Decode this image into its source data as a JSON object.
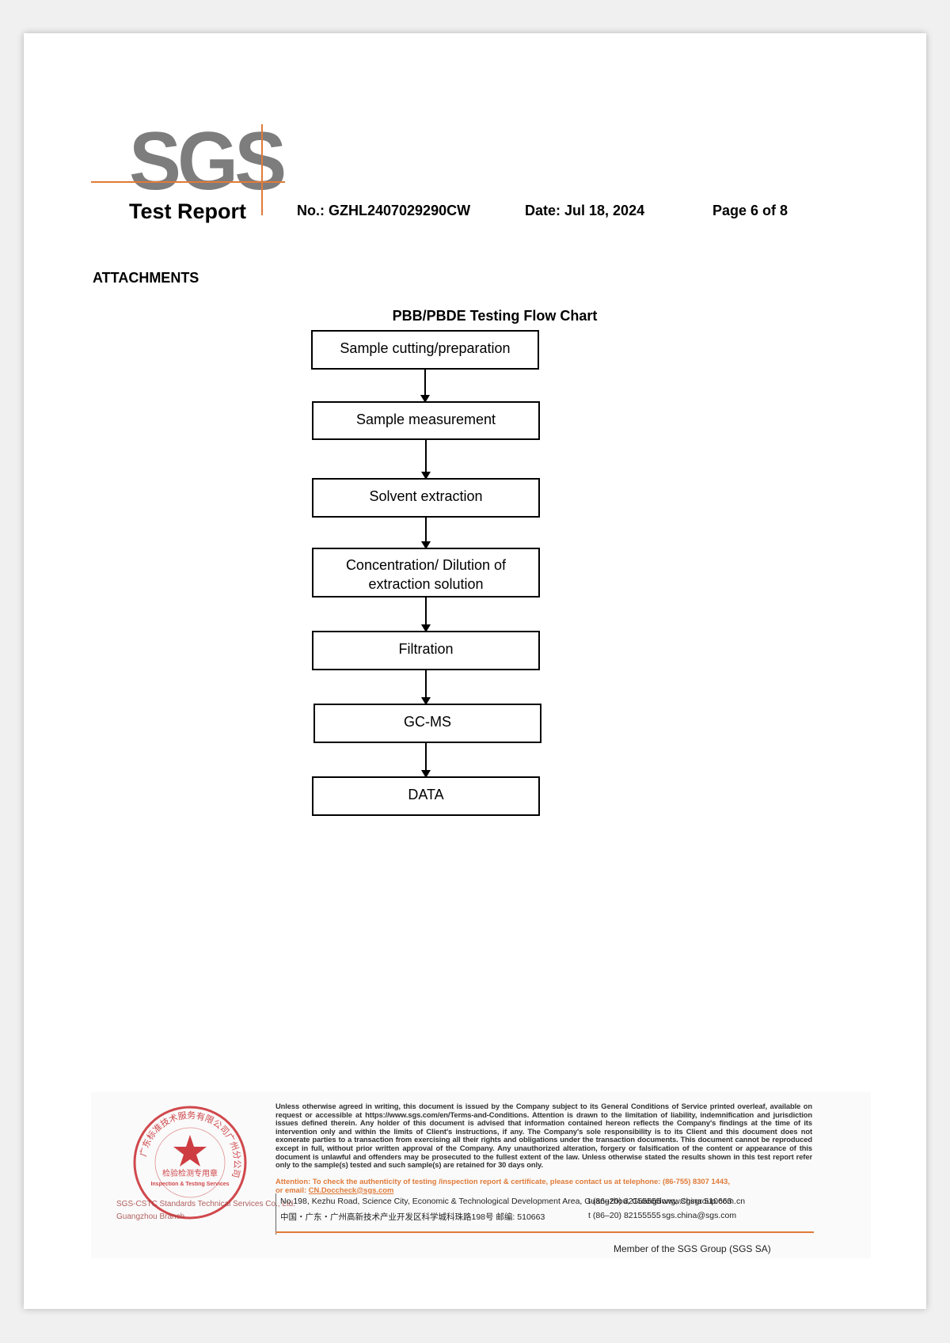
{
  "logo": {
    "text": "SGS"
  },
  "header": {
    "title": "Test Report",
    "number": "No.: GZHL2407029290CW",
    "date": "Date:  Jul 18, 2024",
    "page": "Page 6 of 8"
  },
  "section": {
    "heading": "ATTACHMENTS"
  },
  "flowchart": {
    "title": "PBB/PBDE Testing Flow Chart",
    "steps": [
      {
        "label": "Sample cutting/preparation"
      },
      {
        "label": "Sample measurement"
      },
      {
        "label": "Solvent extraction"
      },
      {
        "label": "Concentration/ Dilution of extraction solution"
      },
      {
        "label": "Filtration"
      },
      {
        "label": "GC-MS"
      },
      {
        "label": "DATA"
      }
    ]
  },
  "footer": {
    "legal": "Unless otherwise agreed in writing, this document is issued by the Company subject to its General Conditions of Service printed overleaf, available on request or accessible at https://www.sgs.com/en/Terms-and-Conditions. Attention is drawn to the limitation of liability, indemnification and jurisdiction issues defined therein. Any holder of this document is advised that information contained hereon reflects the Company's findings at the time of its intervention only and within the limits of Client's instructions, if any. The Company's sole responsibility is to its Client and this document does not exonerate parties to a transaction from exercising all their rights and obligations under the transaction documents. This document cannot be reproduced except in full, without prior written approval of the Company. Any unauthorized alteration, forgery or falsification of the content or appearance of this document is unlawful and offenders may be prosecuted to the fullest extent of the law. Unless otherwise stated the results shown in this test report refer only to the sample(s) tested and such sample(s) are retained for 30 days only.",
    "attention": "Attention: To check the authenticity of testing /inspection report & certificate, please contact us at telephone: (86-755) 8307 1443,",
    "email_prefix": "or email: ",
    "email": "CN.Doccheck@sgs.com",
    "address_en": "No.198, Kezhu Road, Science City, Economic & Technological Development Area, Guangzhou, Guangdong, China  510663",
    "address_cn": "中国・广东・广州高新技术产业开发区科学城科珠路198号  邮编: 510663",
    "phone_1": "t (86–20) 82155555",
    "phone_2": "t (86–20) 82155555",
    "web": "www.sgsgroup.com.cn",
    "mail": "sgs.china@sgs.com",
    "member": "Member of the SGS Group (SGS SA)",
    "stamp_company": "SGS-CSTC Standards Technical Services Co., Ltd.",
    "stamp_branch": "Guangzhou Branch",
    "stamp_ring_text": "广东标准技术服务有限公司广州分公司",
    "stamp_center_cn": "检验检测专用章",
    "stamp_center_en": "Inspection & Testing Services"
  },
  "colors": {
    "accent": "#e07b39",
    "logo_gray": "#7d7d7d",
    "stamp_red": "#c8282d"
  }
}
